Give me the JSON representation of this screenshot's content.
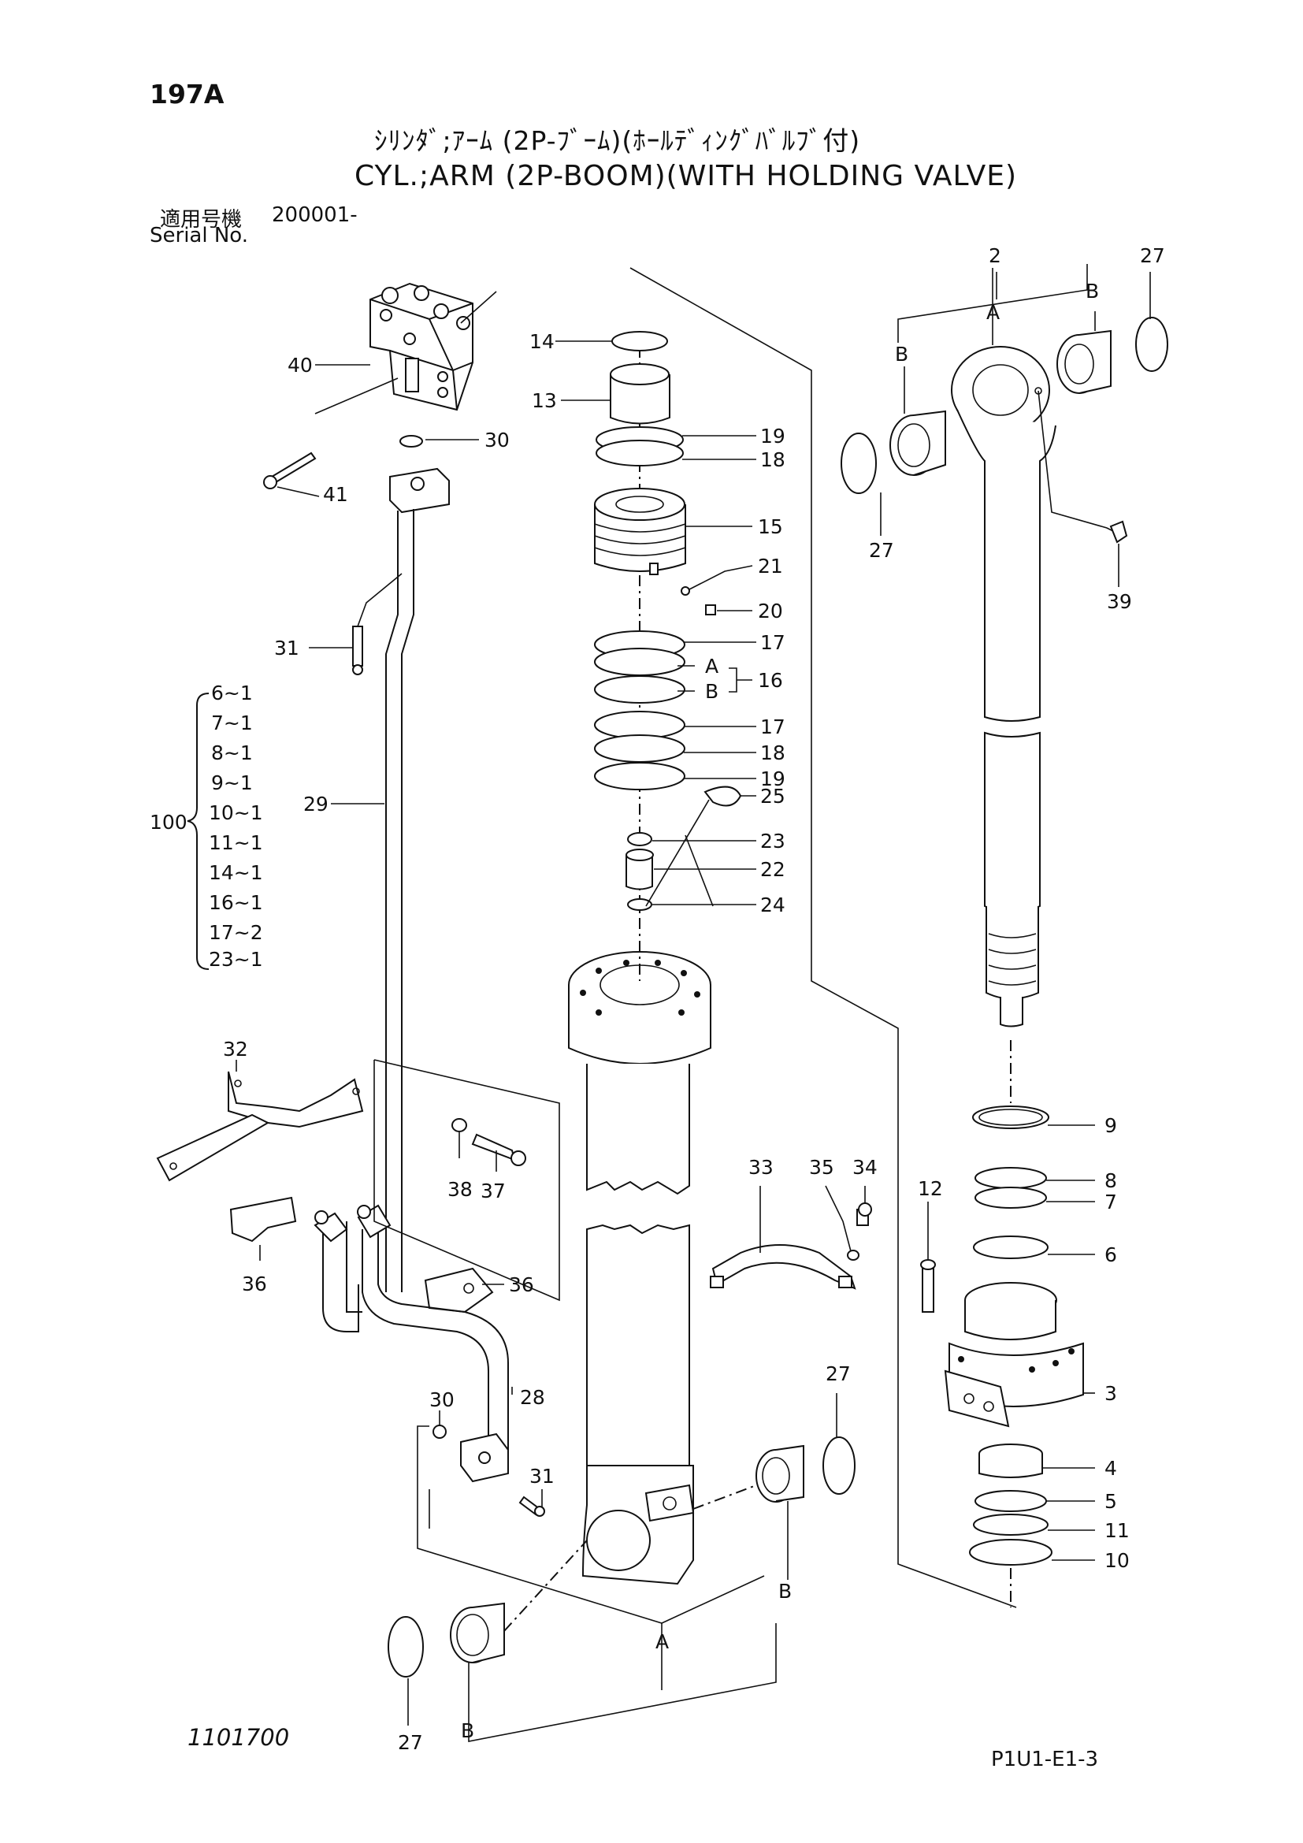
{
  "header": {
    "page_no": "197A",
    "title_jp": "ｼﾘﾝﾀﾞ;ｱｰﾑ (2P-ﾌﾞｰﾑ)(ﾎｰﾙﾃﾞｨﾝｸﾞﾊﾞﾙﾌﾞ付)",
    "title_en": "CYL.;ARM (2P-BOOM)(WITH HOLDING VALVE)",
    "serial_label_jp": "適用号機",
    "serial_value": "200001-",
    "serial_label_en": "Serial No."
  },
  "footer": {
    "drawing_no": "1101700",
    "ref_code": "P1U1-E1-3"
  },
  "kit": {
    "kit_no": "100",
    "entries": [
      "6~1",
      "7~1",
      "8~1",
      "9~1",
      "10~1",
      "11~1",
      "14~1",
      "16~1",
      "17~2",
      "23~1"
    ]
  },
  "callouts": {
    "p40": "40",
    "p30a": "30",
    "p41": "41",
    "p31a": "31",
    "p29": "29",
    "p32": "32",
    "p38": "38",
    "p37": "37",
    "p36a": "36",
    "p36b": "36",
    "p30b": "30",
    "p28": "28",
    "p31b": "31",
    "p27a": "27",
    "pBa": "B",
    "pAa": "A",
    "p14": "14",
    "p13": "13",
    "p19a": "19",
    "p18a": "18",
    "p15": "15",
    "p21": "21",
    "p20": "20",
    "p17a": "17",
    "pA16": "A",
    "pB16": "B",
    "p16": "16",
    "p17b": "17",
    "p18b": "18",
    "p19b": "19",
    "p25": "25",
    "p23": "23",
    "p22": "22",
    "p24": "24",
    "p33": "33",
    "p35": "35",
    "p34": "34",
    "p27b": "27",
    "pBb": "B",
    "p2": "2",
    "p27c": "27",
    "pAc": "A",
    "pBc": "B",
    "pBd": "B",
    "p27d": "27",
    "p39": "39",
    "p9": "9",
    "p8": "8",
    "p7": "7",
    "p6": "6",
    "p12": "12",
    "p3": "3",
    "p4": "4",
    "p5": "5",
    "p11": "11",
    "p10": "10"
  }
}
